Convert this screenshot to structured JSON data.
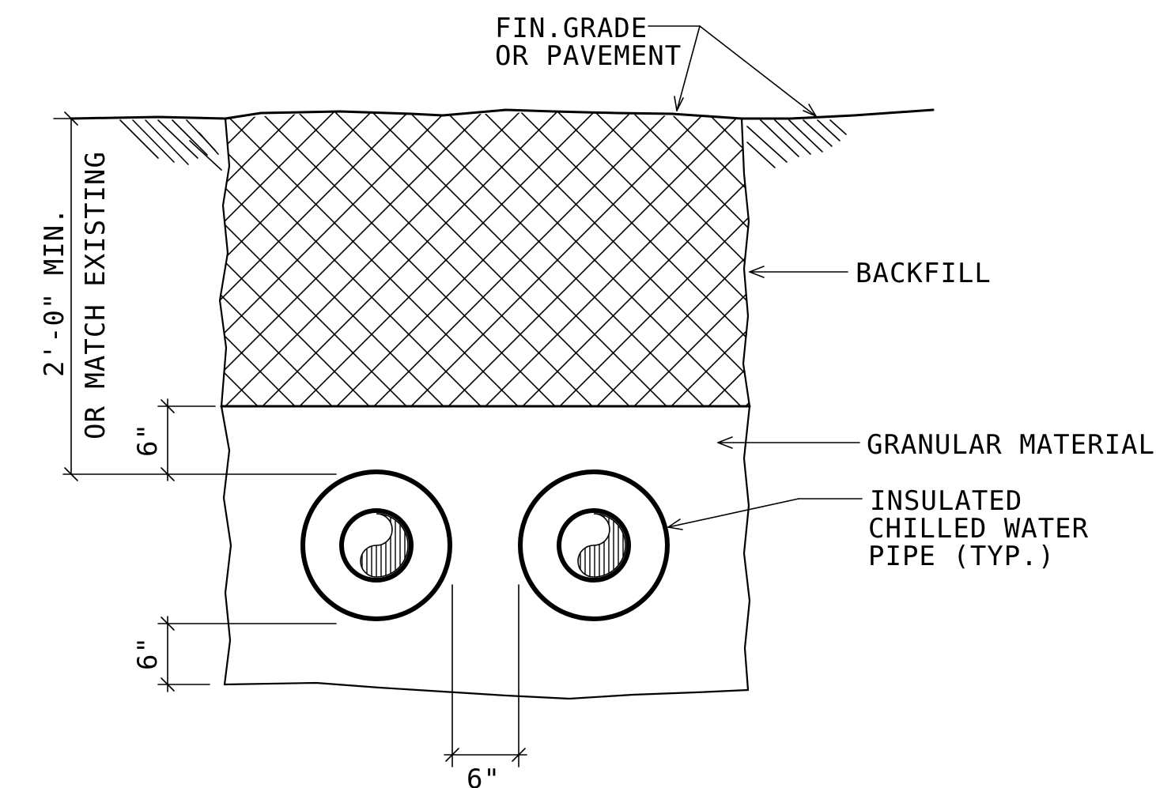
{
  "labels": {
    "fin_grade_line1": "FIN.GRADE",
    "fin_grade_line2": "OR PAVEMENT",
    "backfill": "BACKFILL",
    "granular_material": "GRANULAR MATERIAL",
    "pipe_line1": "INSULATED",
    "pipe_line2": "CHILLED WATER",
    "pipe_line3": "PIPE (TYP.)"
  },
  "dimensions": {
    "cover_line1": "2'-0\" MIN.",
    "cover_line2": "OR MATCH EXISTING",
    "granular_over_pipe": "6\"",
    "bedding_under_pipe": "6\"",
    "pipe_spacing": "6\""
  }
}
